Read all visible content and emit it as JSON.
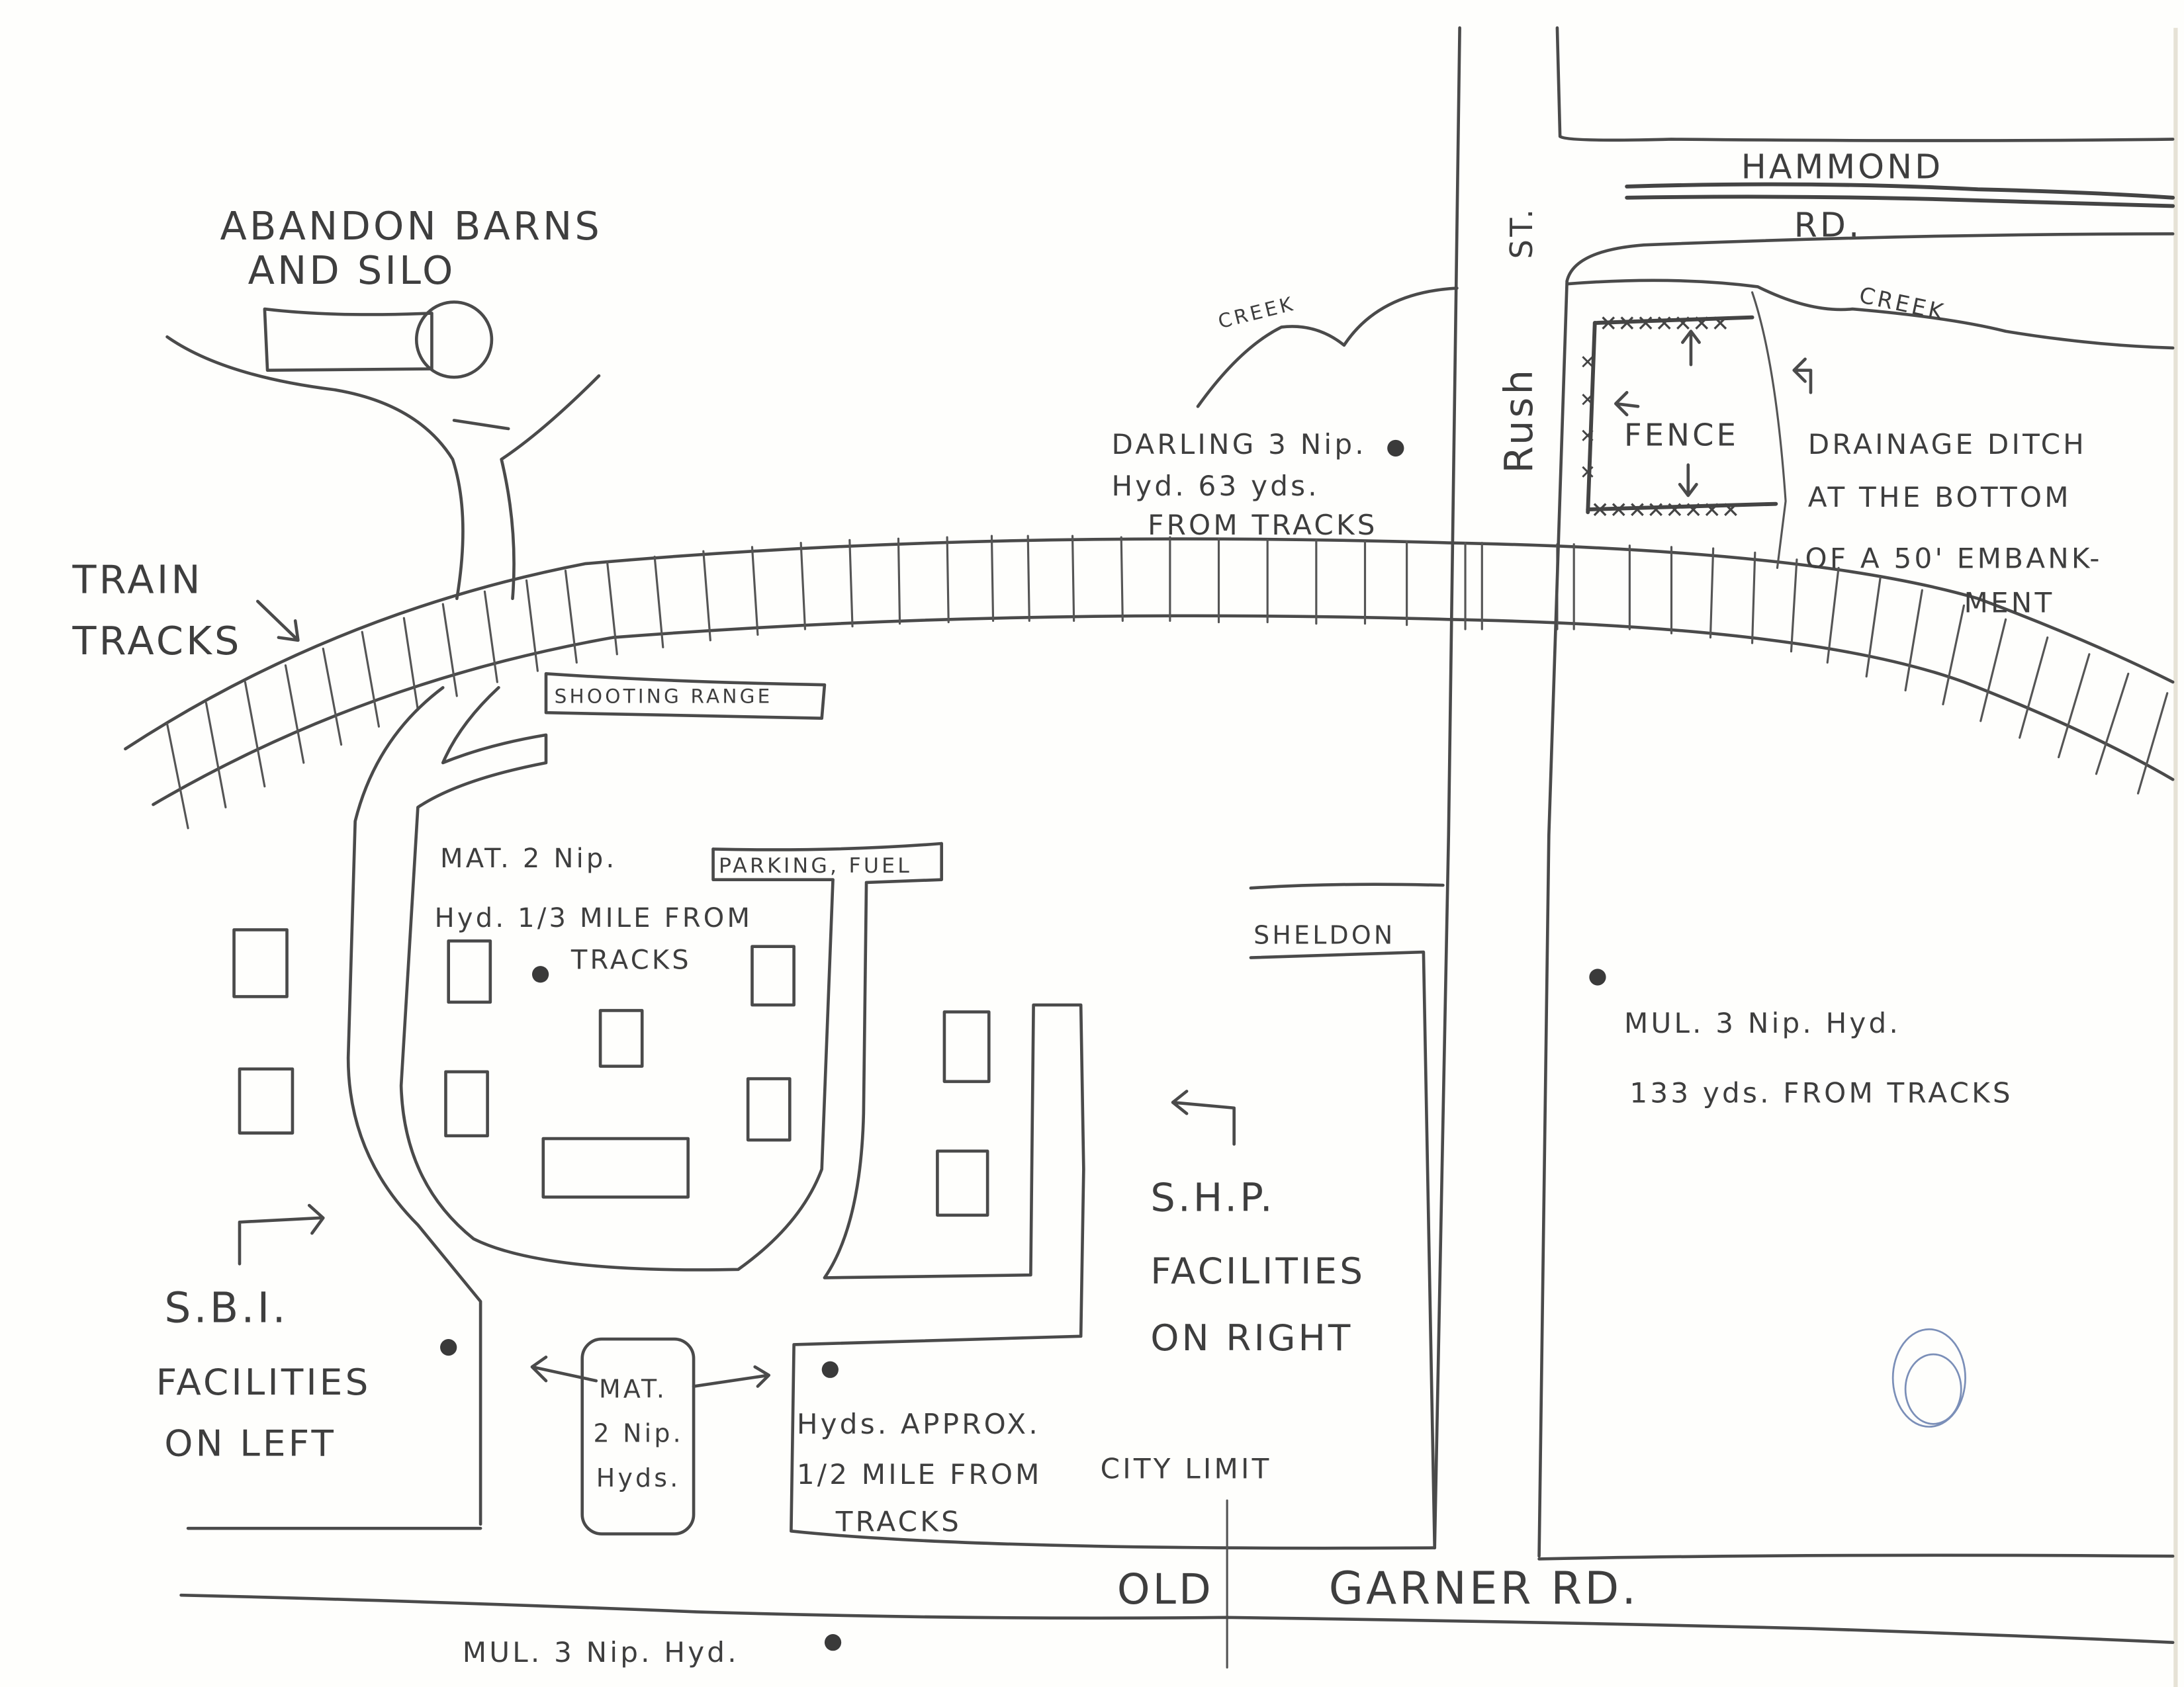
{
  "map": {
    "title_labels": {
      "barns": [
        "ABANDON BARNS",
        "AND SILO"
      ],
      "train_tracks": [
        "TRAIN",
        "TRACKS"
      ],
      "shooting_range": "SHOOTING RANGE",
      "parking_fuel": "PARKING, FUEL",
      "fence": "FENCE",
      "drainage": [
        "DRAINAGE DITCH",
        "AT THE BOTTOM",
        "OF A 50' EMBANK-",
        "MENT"
      ],
      "creek_left": "CREEK",
      "creek_right": "CREEK",
      "city_limit": "CITY LIMIT"
    },
    "streets": {
      "hammond": [
        "HAMMOND",
        "RD."
      ],
      "rush": [
        "Rush",
        "ST."
      ],
      "sheldon": "SHELDON",
      "old_garner": [
        "OLD",
        "GARNER RD."
      ]
    },
    "facilities": {
      "sbi": [
        "S.B.I.",
        "FACILITIES",
        "ON LEFT"
      ],
      "shp": [
        "S.H.P.",
        "FACILITIES",
        "ON RIGHT"
      ]
    },
    "hydrants": [
      {
        "id": "darling",
        "lines": [
          "DARLING 3 Nip.",
          "Hyd. 63 yds.",
          "FROM TRACKS"
        ]
      },
      {
        "id": "mat-third-mile",
        "lines": [
          "MAT. 2 Nip.",
          "Hyd. 1/3 MILE FROM",
          "TRACKS"
        ]
      },
      {
        "id": "mul-133",
        "lines": [
          "MUL. 3 Nip. Hyd.",
          "133 yds. FROM TRACKS"
        ]
      },
      {
        "id": "mat-box",
        "lines": [
          "MAT.",
          "2 Nip.",
          "Hyds."
        ]
      },
      {
        "id": "hyds-half-mile",
        "lines": [
          "Hyds. APPROX.",
          "1/2 MILE FROM",
          "TRACKS"
        ]
      },
      {
        "id": "mul-bottom",
        "lines": [
          "MUL. 3 Nip. Hyd."
        ]
      }
    ],
    "colors": {
      "ink": "#4a4a4a",
      "paper": "#fefefc",
      "blue_pencil": "#7b8fb8"
    }
  }
}
